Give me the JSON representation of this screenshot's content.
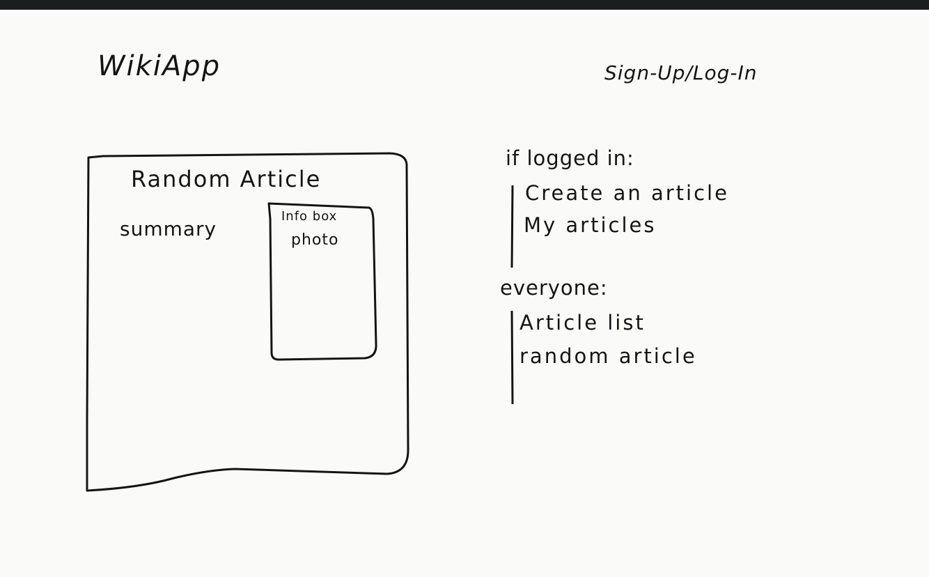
{
  "header": {
    "app_title": "WikiApp",
    "auth_link": "Sign-Up/Log-In"
  },
  "article": {
    "title": "Random Article",
    "summary": "summary",
    "infobox_label": "Info box",
    "infobox_photo": "photo"
  },
  "nav": {
    "logged_in_heading": "if logged in:",
    "logged_in_items": [
      "Create an article",
      "My articles"
    ],
    "everyone_heading": "everyone:",
    "everyone_items": [
      "Article list",
      "random article"
    ]
  }
}
